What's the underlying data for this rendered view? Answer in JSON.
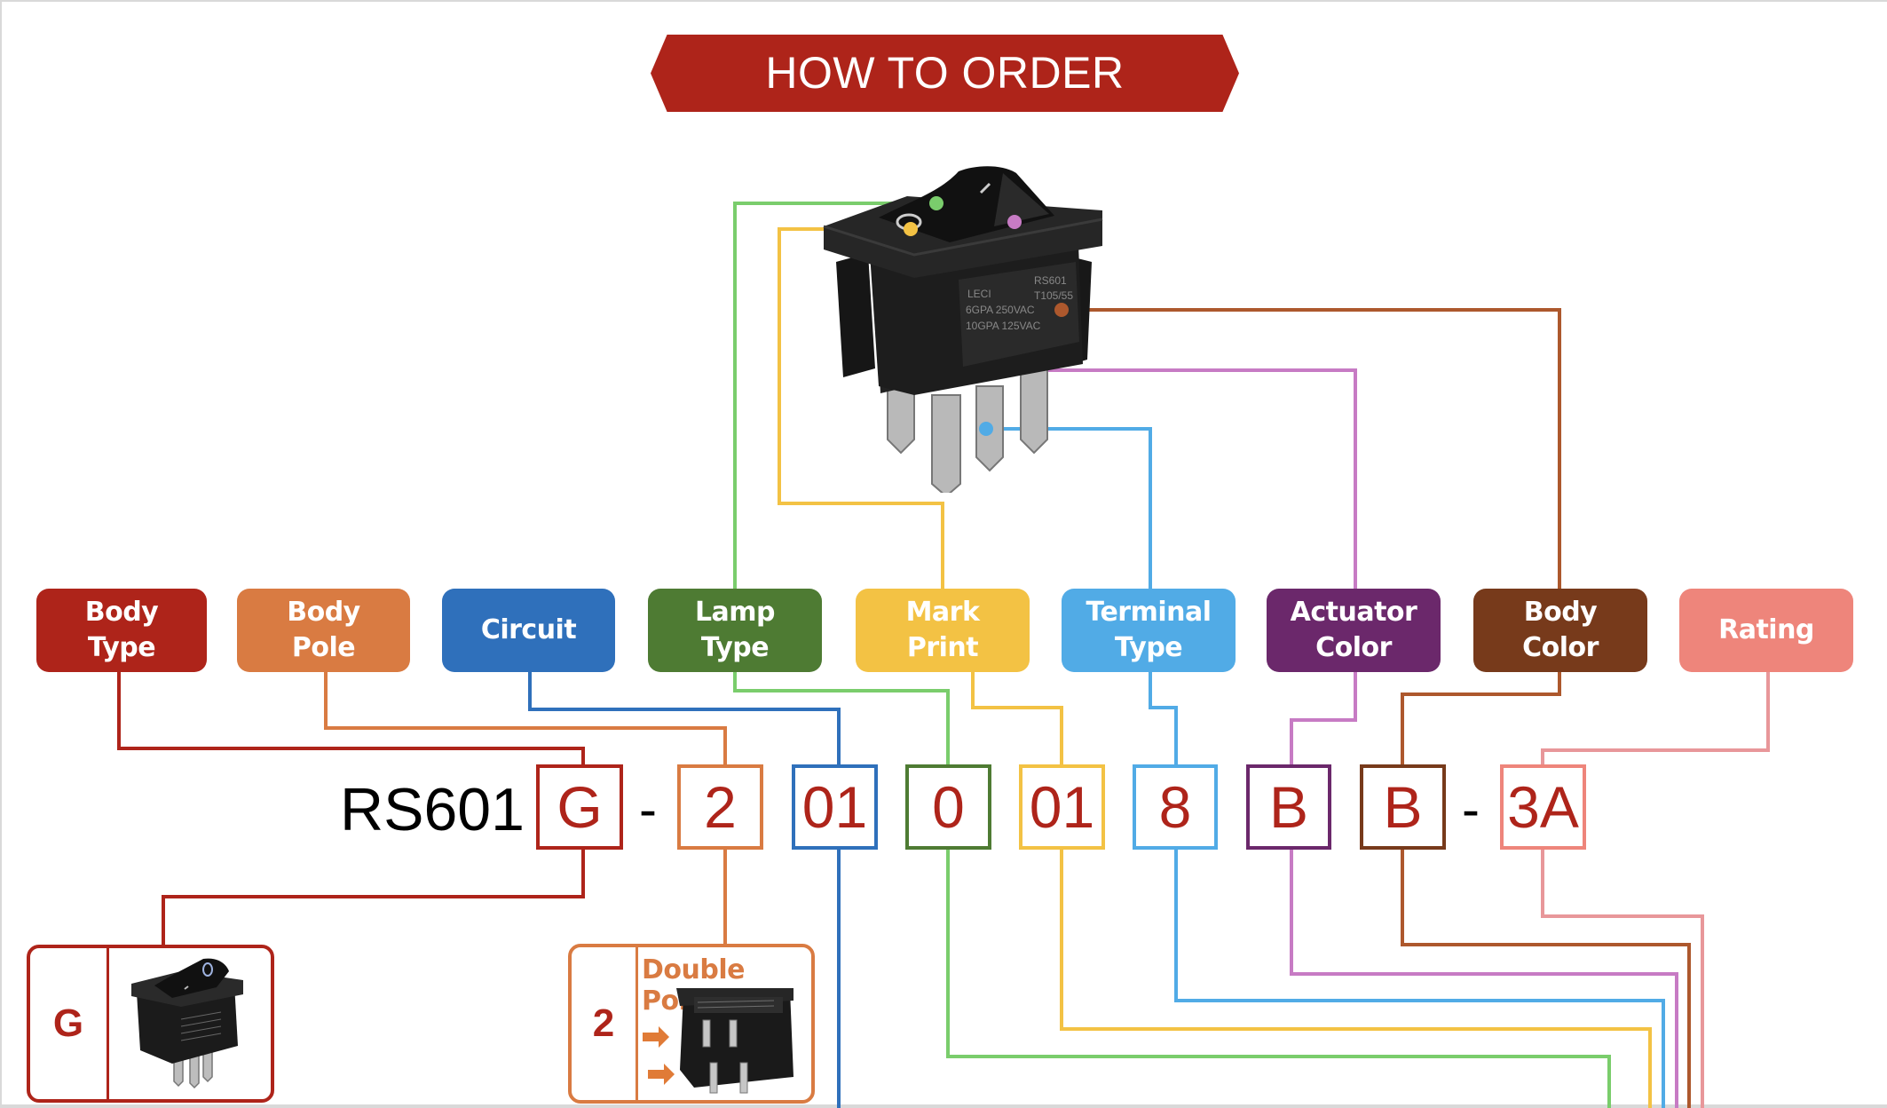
{
  "title": "HOW TO ORDER",
  "colors": {
    "banner": "#ae241a",
    "code_text": "#ae241a",
    "body_type": "#ae241a",
    "body_pole": "#d97b42",
    "circuit": "#2f70bb",
    "lamp_type": "#4e7b33",
    "lamp_type_line": "#7acd6c",
    "mark_print": "#f3c244",
    "terminal_type": "#51abe6",
    "actuator_color": "#6b286b",
    "actuator_color_line": "#c77bc4",
    "body_color": "#773a1b",
    "body_color_line": "#ad582d",
    "rating": "#ee857b"
  },
  "categories": [
    {
      "key": "body_type",
      "label": "Body\nType"
    },
    {
      "key": "body_pole",
      "label": "Body\nPole"
    },
    {
      "key": "circuit",
      "label": "Circuit"
    },
    {
      "key": "lamp_type",
      "label": "Lamp\nType"
    },
    {
      "key": "mark_print",
      "label": "Mark\nPrint"
    },
    {
      "key": "terminal_type",
      "label": "Terminal\nType"
    },
    {
      "key": "actuator_color",
      "label": "Actuator\nColor"
    },
    {
      "key": "body_color",
      "label": "Body\nColor"
    },
    {
      "key": "rating",
      "label": "Rating"
    }
  ],
  "part_number": {
    "prefix": "RS601",
    "separator": "-",
    "codes": [
      {
        "key": "body_type",
        "value": "G"
      },
      {
        "key": "body_pole",
        "value": "2"
      },
      {
        "key": "circuit",
        "value": "01"
      },
      {
        "key": "lamp_type",
        "value": "0"
      },
      {
        "key": "mark_print",
        "value": "01"
      },
      {
        "key": "terminal_type",
        "value": "8"
      },
      {
        "key": "actuator_color",
        "value": "B"
      },
      {
        "key": "body_color",
        "value": "B"
      },
      {
        "key": "rating",
        "value": "3A"
      }
    ]
  },
  "options": {
    "body_type": {
      "code": "G",
      "image": "rocker-switch-g-body"
    },
    "body_pole": {
      "code": "2",
      "title": "Double Pole",
      "image": "double-pole-switch"
    }
  },
  "product_image": {
    "label_lines": [
      "LECI",
      "6GPA 250VAC",
      "10GPA 125VAC",
      "RS601",
      "T105/55"
    ]
  }
}
